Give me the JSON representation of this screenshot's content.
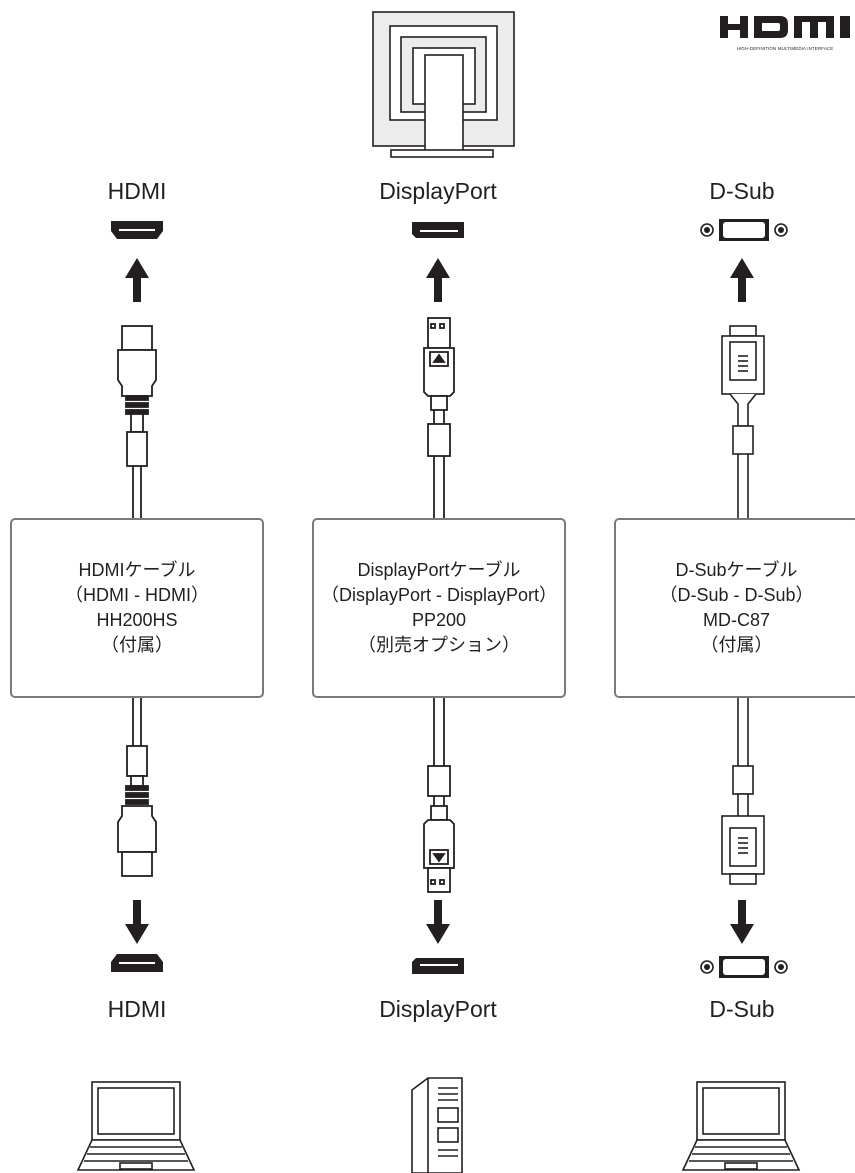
{
  "logo": {
    "word": "HDMI",
    "subtitle": "HIGH-DEFINITION MULTIMEDIA INTERFACE"
  },
  "columns": [
    {
      "top_port": "HDMI",
      "cable": {
        "name": "HDMIケーブル",
        "ends": "（HDMI - HDMI）",
        "model": "HH200HS",
        "note": "（付属）"
      },
      "bottom_port": "HDMI"
    },
    {
      "top_port": "DisplayPort",
      "cable": {
        "name": "DisplayPortケーブル",
        "ends": "（DisplayPort - DisplayPort）",
        "model": "PP200",
        "note": "（別売オプション）"
      },
      "bottom_port": "DisplayPort"
    },
    {
      "top_port": "D-Sub",
      "cable": {
        "name": "D-Subケーブル",
        "ends": "（D-Sub - D-Sub）",
        "model": "MD-C87",
        "note": "（付属）"
      },
      "bottom_port": "D-Sub"
    }
  ],
  "icons": {
    "monitor": "monitor-back-icon",
    "computers": [
      "laptop-icon",
      "desktop-tower-icon",
      "laptop-icon"
    ],
    "arrows": [
      "arrow-up-icon",
      "arrow-down-icon"
    ]
  },
  "colors": {
    "ink": "#231f20",
    "box_border": "#7a7a7a",
    "monitor_fill": "#ececec"
  }
}
